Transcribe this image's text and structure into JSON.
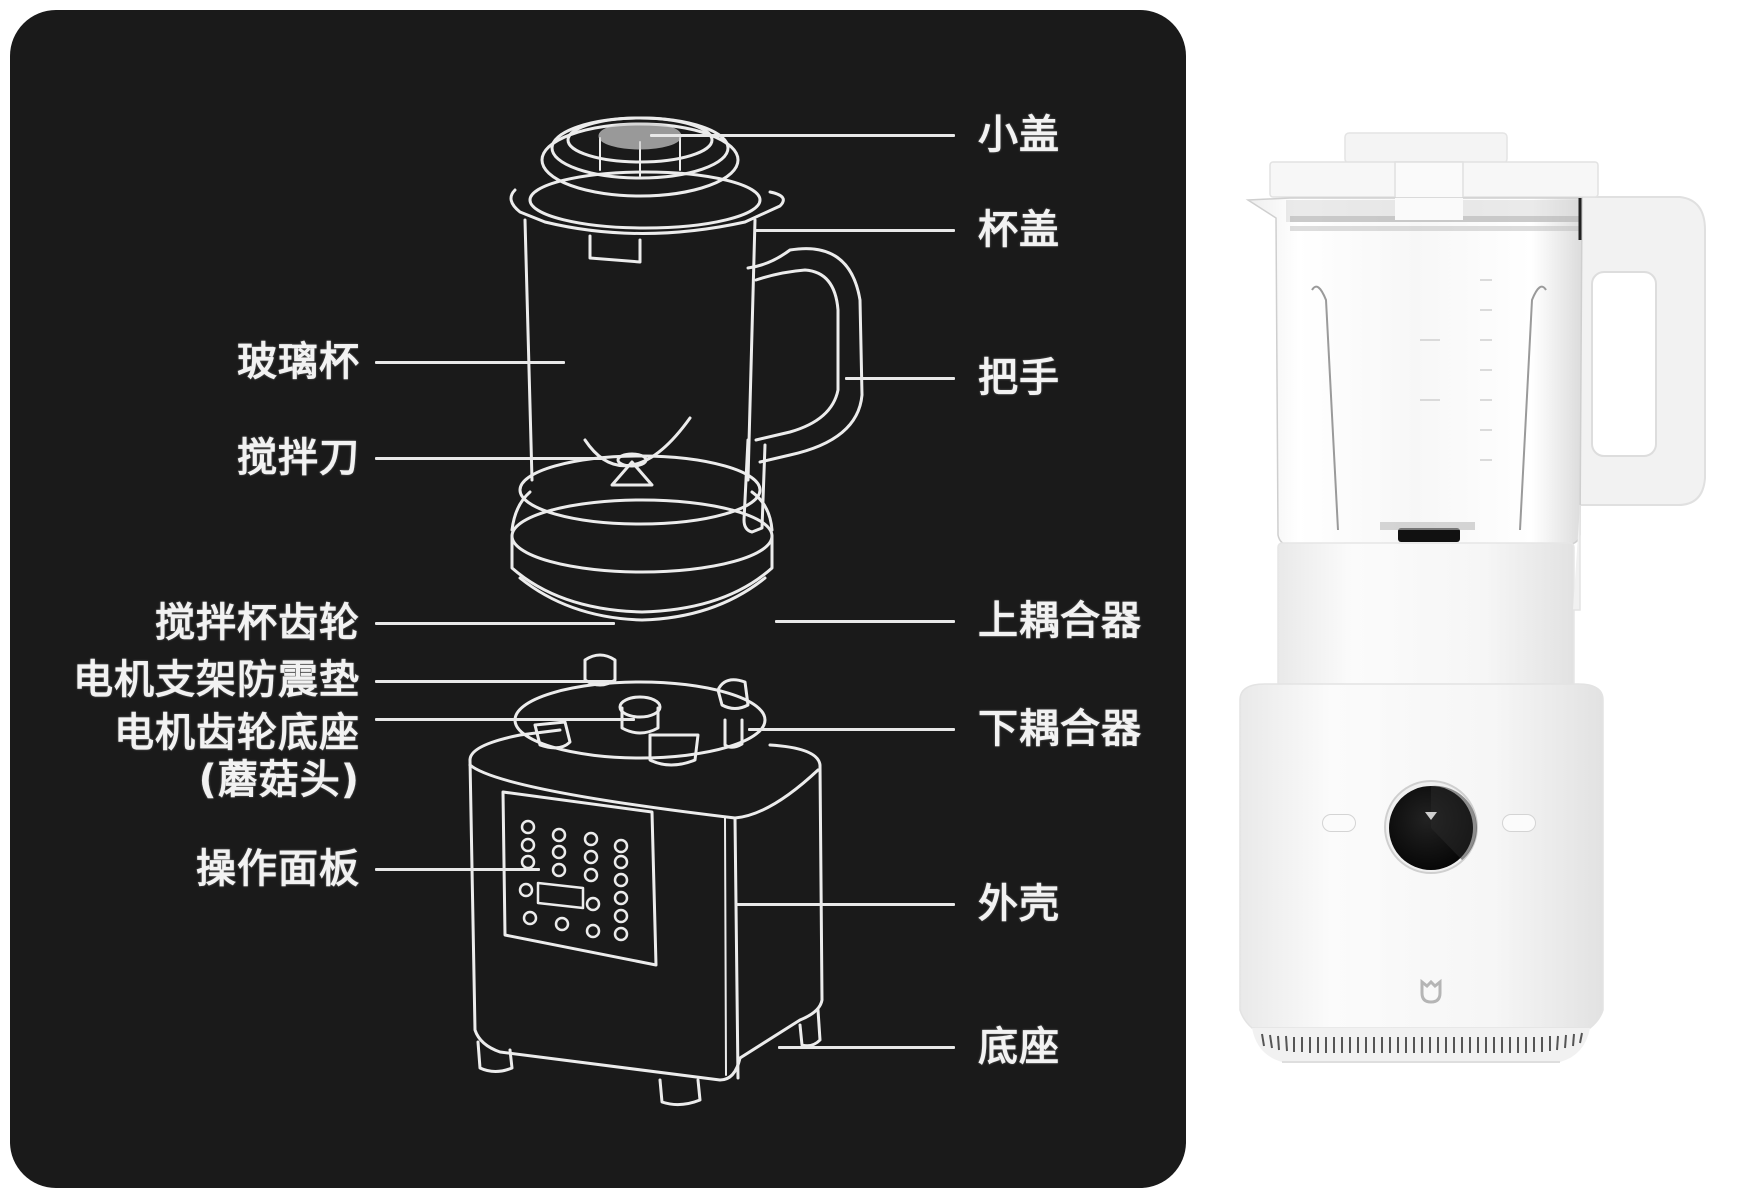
{
  "diagram": {
    "title": "",
    "background_color": "#1a1a1a",
    "line_color": "#e8e8e8",
    "text_color": "#f2f2f2",
    "labels_left": [
      {
        "id": "glass-jar",
        "text": "玻璃杯"
      },
      {
        "id": "blade",
        "text": "搅拌刀"
      },
      {
        "id": "jar-gear",
        "text": "搅拌杯齿轮"
      },
      {
        "id": "motor-mount-damper",
        "text": "电机支架防震垫"
      },
      {
        "id": "motor-gear-base",
        "text": "电机齿轮底座"
      },
      {
        "id": "motor-gear-base-note",
        "text": "(蘑菇头)"
      },
      {
        "id": "control-panel",
        "text": "操作面板"
      }
    ],
    "labels_right": [
      {
        "id": "small-lid",
        "text": "小盖"
      },
      {
        "id": "jar-lid",
        "text": "杯盖"
      },
      {
        "id": "handle",
        "text": "把手"
      },
      {
        "id": "upper-coupler",
        "text": "上耦合器"
      },
      {
        "id": "lower-coupler",
        "text": "下耦合器"
      },
      {
        "id": "housing",
        "text": "外壳"
      },
      {
        "id": "base",
        "text": "底座"
      }
    ]
  },
  "product_photo": {
    "brand_logo": "mijia-logo-icon",
    "display": {
      "icon": "wifi-icon",
      "text": ""
    },
    "buttons": [
      {
        "id": "left-button",
        "label": ""
      },
      {
        "id": "right-button",
        "label": ""
      }
    ]
  }
}
